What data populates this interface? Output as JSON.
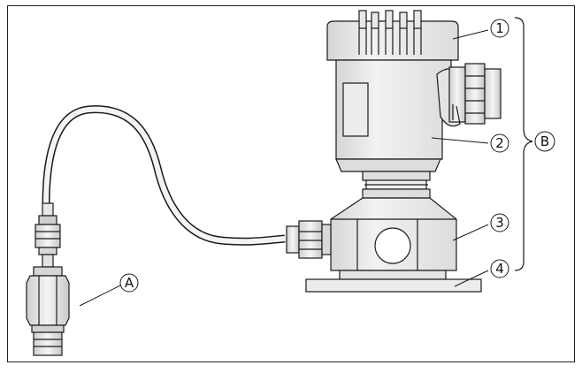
{
  "callouts": {
    "housing_cover": "1",
    "electronics_housing": "2",
    "process_fitting_housing": "3",
    "mounting_plate": "4",
    "sensor_A": "A",
    "bracket_B": "B"
  },
  "colors": {
    "stroke": "#1a1a1a",
    "fill_light": "#f4f4f4",
    "fill_mid": "#e6e6e6",
    "fill_dark": "#cfcfcf"
  }
}
